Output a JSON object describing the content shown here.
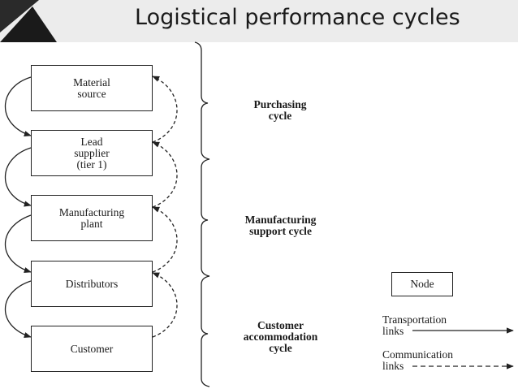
{
  "slide": {
    "title": "Logistical performance cycles"
  },
  "nodes": [
    {
      "id": "material-source",
      "label": "Material\nsource"
    },
    {
      "id": "lead-supplier",
      "label": "Lead\nsupplier\n(tier 1)"
    },
    {
      "id": "manufacturing-plant",
      "label": "Manufacturing\nplant"
    },
    {
      "id": "distributors",
      "label": "Distributors"
    },
    {
      "id": "customer",
      "label": "Customer"
    }
  ],
  "cycles": [
    {
      "id": "purchasing",
      "label": "Purchasing\ncycle"
    },
    {
      "id": "manufacturing-support",
      "label": "Manufacturing\nsupport cycle"
    },
    {
      "id": "customer-accommodation",
      "label": "Customer\naccommodation\ncycle"
    }
  ],
  "legend": {
    "node_label": "Node",
    "transport_label": "Transportation\nlinks",
    "communication_label": "Communication\nlinks"
  },
  "colors": {
    "title_bar": "#ececec",
    "ink": "#1a1a1a",
    "logo": "#1a1a1a"
  }
}
